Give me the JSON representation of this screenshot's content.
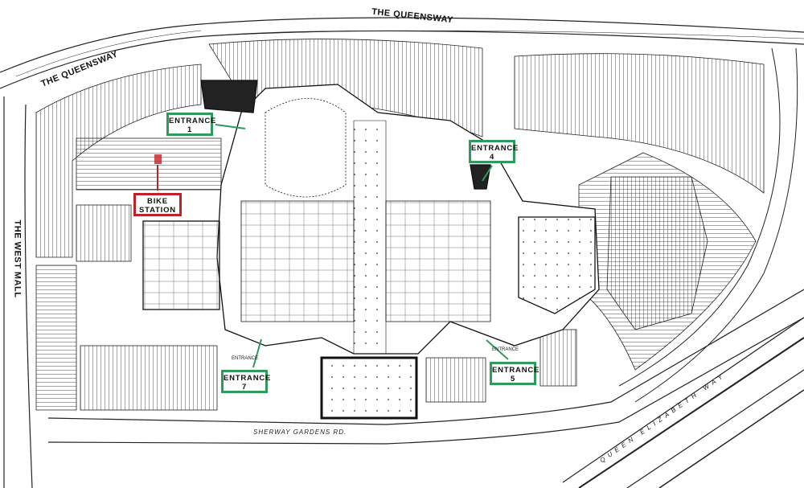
{
  "roads": {
    "queensway_top": "THE QUEENSWAY",
    "queensway_left": "THE QUEENSWAY",
    "west_mall": "THE WEST MALL",
    "sherway_gardens": "SHERWAY GARDENS RD.",
    "qew": "QUEEN ELIZABETH WAY"
  },
  "callouts": {
    "entrance_1": {
      "line1": "ENTRANCE",
      "line2": "1"
    },
    "entrance_4": {
      "line1": "ENTRANCE",
      "line2": "4"
    },
    "entrance_5": {
      "line1": "ENTRANCE",
      "line2": "5"
    },
    "entrance_7": {
      "line1": "ENTRANCE",
      "line2": "7"
    },
    "bike_station": {
      "line1": "BIKE",
      "line2": "STATION"
    }
  },
  "small_labels": {
    "entrance_small_west": "ENTRANCE",
    "entrance_small_east": "ENTRANCE"
  },
  "colors": {
    "entrance": "#2e9a5c",
    "bike_station": "#c0202a",
    "lines": "#111111"
  }
}
